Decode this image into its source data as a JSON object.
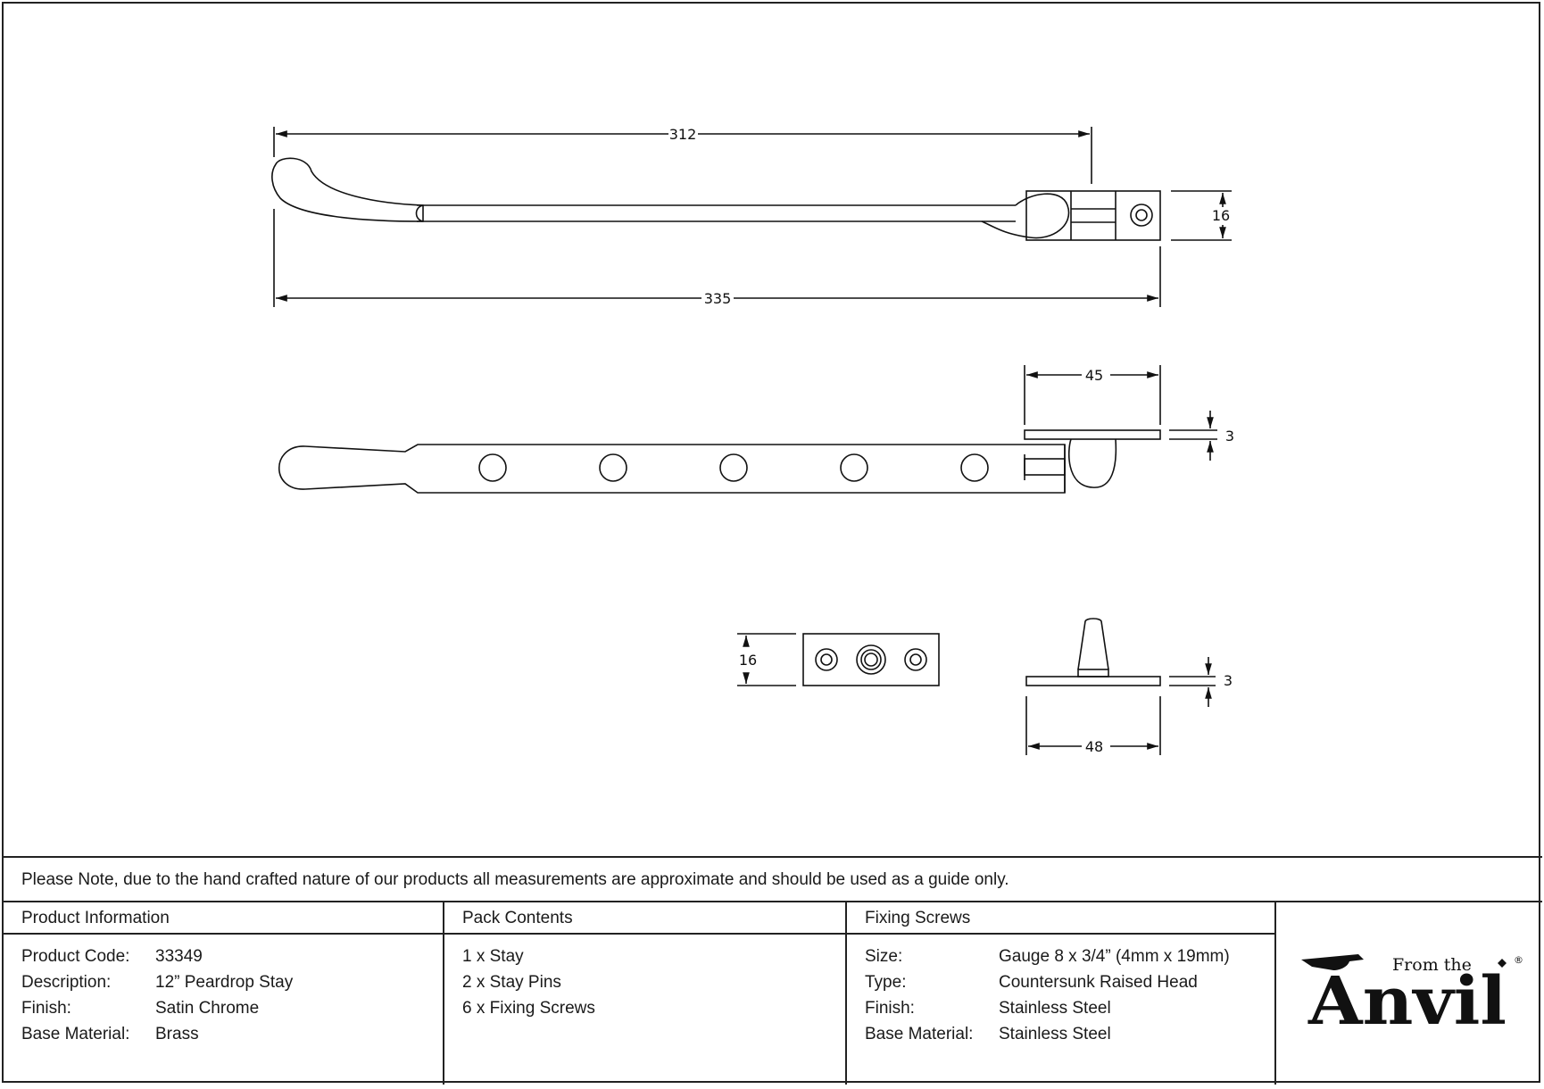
{
  "dimensions": {
    "overall_top": "312",
    "overall_bottom": "335",
    "height_right": "16",
    "bracket_width": "45",
    "bracket_thickness": "3",
    "pin_plate_height": "16",
    "pin_plate_thickness": "3",
    "pin_plate_width": "48"
  },
  "note": "Please Note, due to the hand crafted nature of our products all measurements are approximate and should be used as a guide only.",
  "product_info": {
    "heading": "Product Information",
    "rows": [
      {
        "key": "Product Code:",
        "value": "33349"
      },
      {
        "key": "Description:",
        "value": "12” Peardrop Stay"
      },
      {
        "key": "Finish:",
        "value": "Satin Chrome"
      },
      {
        "key": "Base Material:",
        "value": "Brass"
      }
    ]
  },
  "pack_contents": {
    "heading": "Pack Contents",
    "items": [
      "1 x Stay",
      "2 x Stay Pins",
      "6 x Fixing Screws"
    ]
  },
  "fixing_screws": {
    "heading": "Fixing Screws",
    "rows": [
      {
        "key": "Size:",
        "value": "Gauge 8 x 3/4” (4mm x 19mm)"
      },
      {
        "key": "Type:",
        "value": "Countersunk Raised Head"
      },
      {
        "key": "Finish:",
        "value": "Stainless Steel"
      },
      {
        "key": "Base Material:",
        "value": "Stainless Steel"
      }
    ]
  },
  "logo": {
    "small": "From the",
    "large": "Anvil",
    "mark": "®"
  }
}
